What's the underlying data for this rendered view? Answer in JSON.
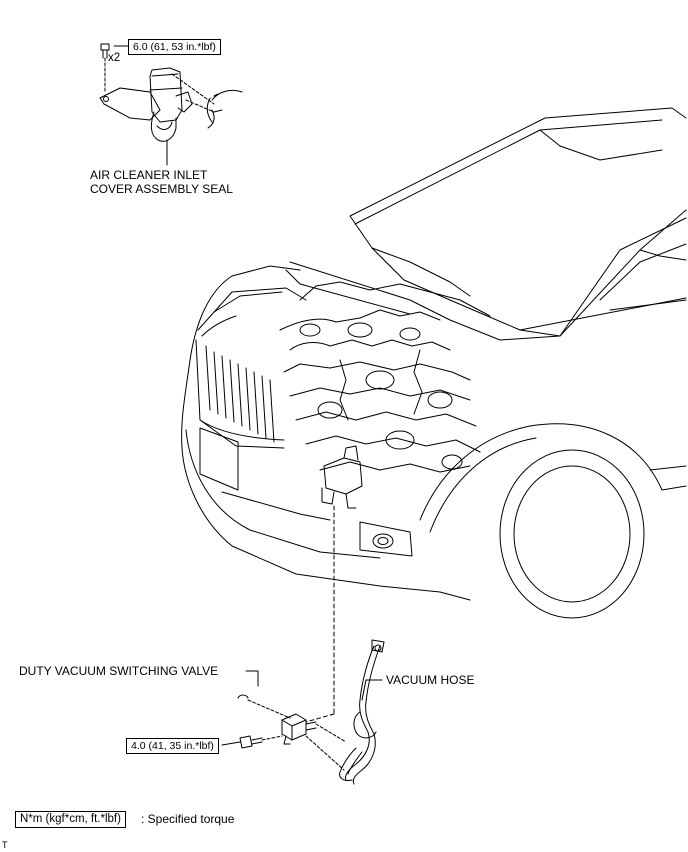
{
  "torque_top": "6.0 (61, 53 in.*lbf)",
  "quantity_mark": "x2",
  "part_air_cleaner": {
    "line1": "AIR CLEANER INLET",
    "line2": "COVER ASSEMBLY SEAL"
  },
  "part_dvsv": "DUTY VACUUM SWITCHING VALVE",
  "part_vacuum_hose": "VACUUM HOSE",
  "torque_bottom": "4.0 (41, 35 in.*lbf)",
  "legend": {
    "symbol": "N*m (kgf*cm, ft.*lbf)",
    "text": ": Specified torque"
  },
  "corner_mark": "T"
}
